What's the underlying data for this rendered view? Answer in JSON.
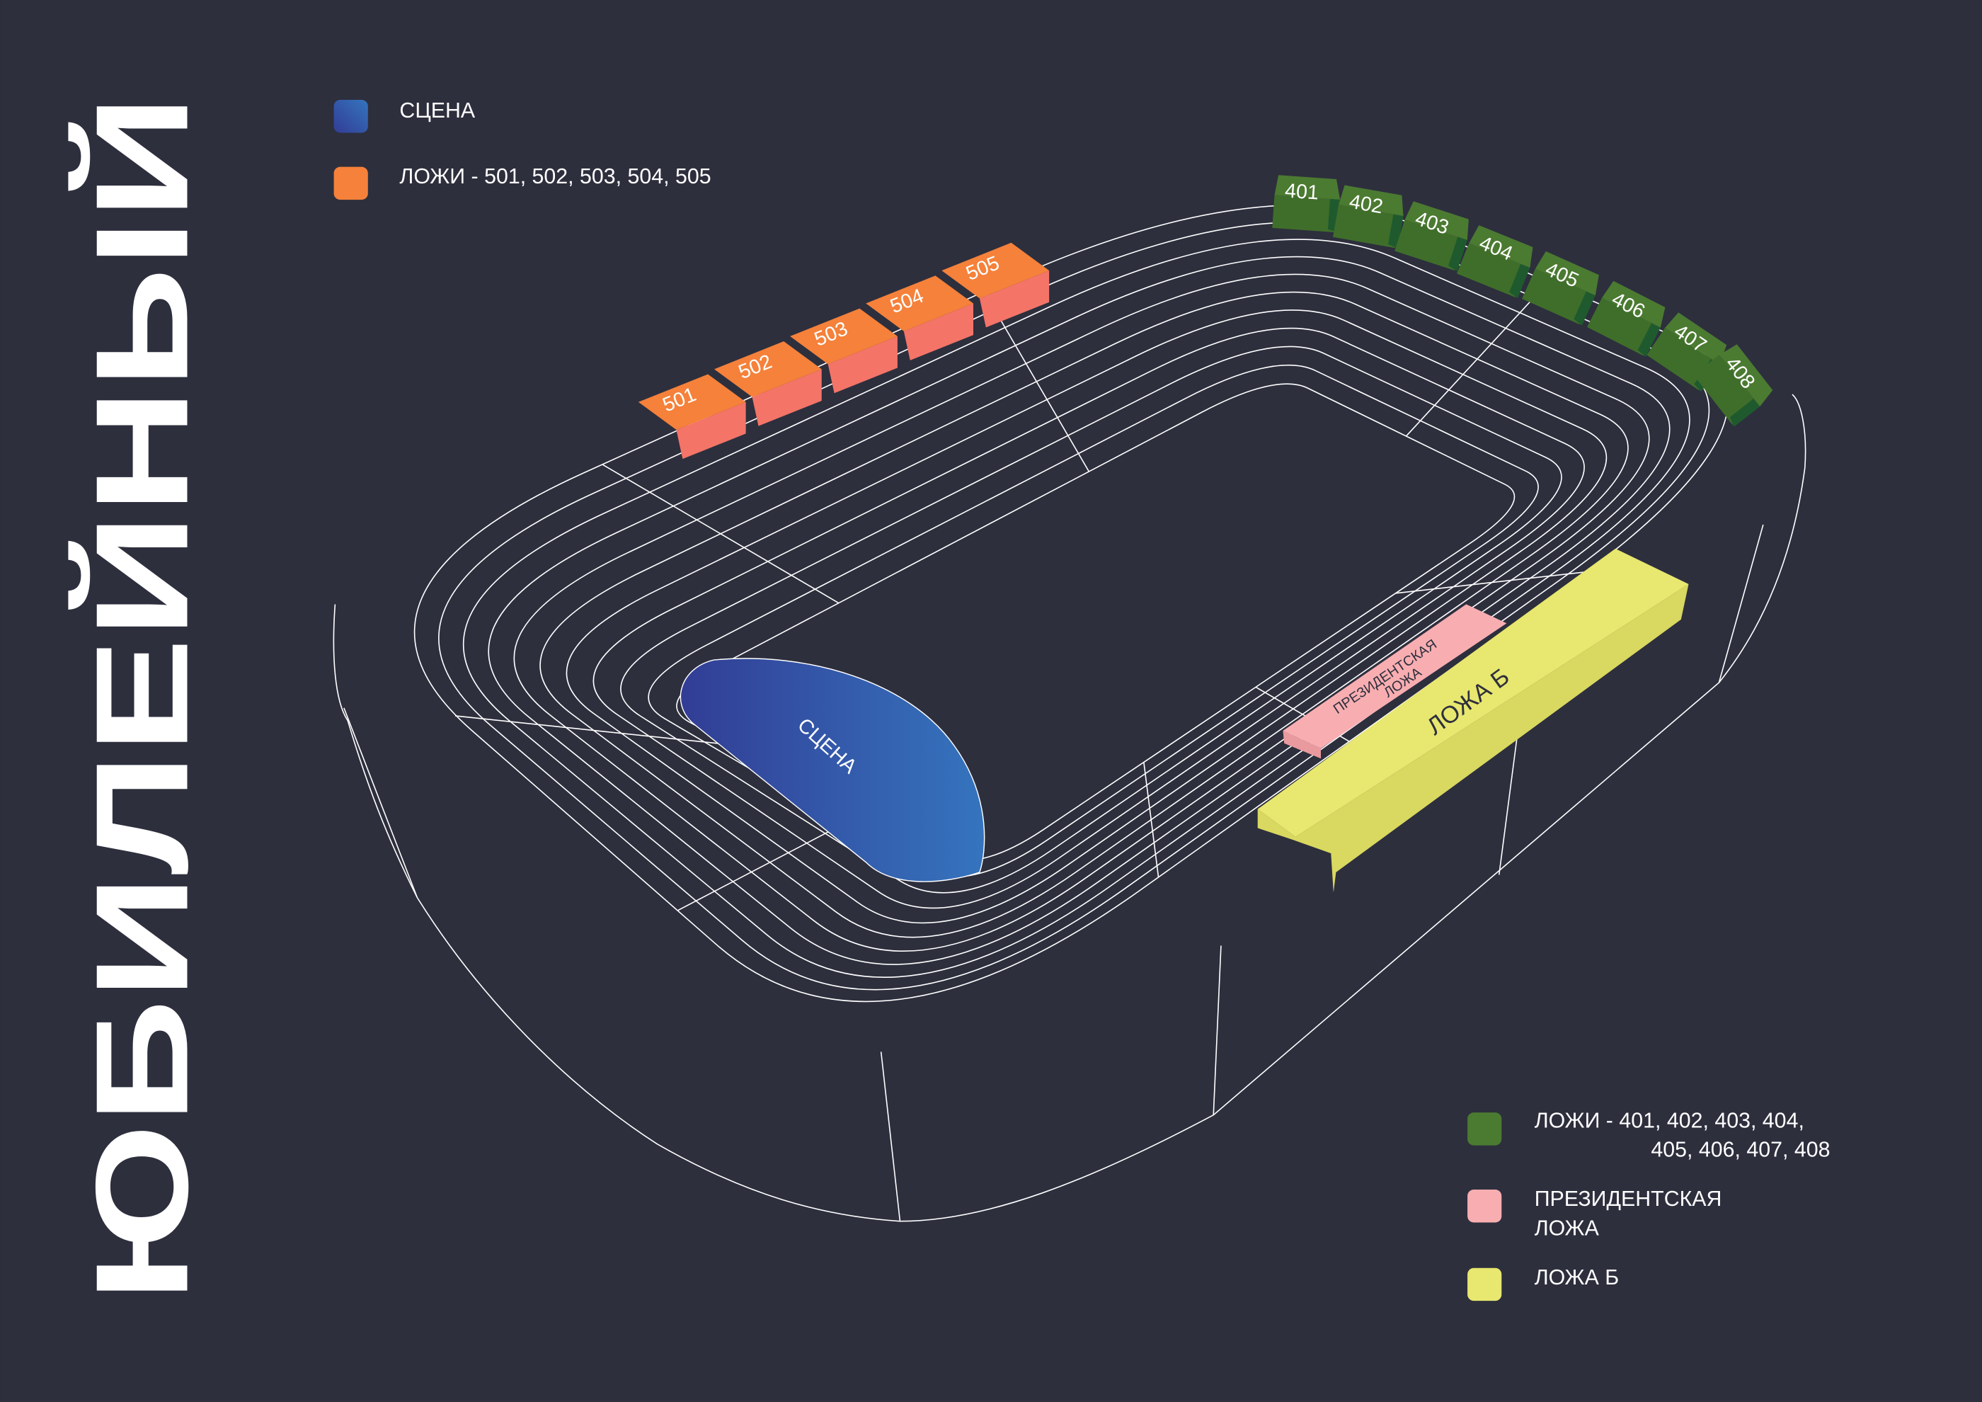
{
  "title": "ЮБИЛЕЙНЫЙ",
  "colors": {
    "background": "#2d2f3d",
    "stage_from": "#323d95",
    "stage_to": "#3574be",
    "orange_top": "#f5813a",
    "orange_front": "#f47468",
    "green_top": "#4b7a31",
    "green_front": "#3f6e2a",
    "green_dark": "#1f5a2e",
    "pink": "#f8aeb1",
    "yellow": "#e8e76f",
    "yellow_front": "#d9d860"
  },
  "legend_top": [
    {
      "label": "СЦЕНА",
      "color": "#3456a6"
    },
    {
      "label": "ЛОЖИ - 501, 502, 503, 504, 505",
      "color": "#f5813a"
    }
  ],
  "legend_bottom": [
    {
      "label_line1": "ЛОЖИ - 401, 402, 403, 404,",
      "label_line2": "405, 406, 407, 408",
      "color": "#4b7a31"
    },
    {
      "label_line1": "ПРЕЗИДЕНТСКАЯ",
      "label_line2": "ЛОЖА",
      "color": "#f8aeb1"
    },
    {
      "label_line1": "ЛОЖА Б",
      "color": "#e8e76f"
    }
  ],
  "boxes_500": [
    "501",
    "502",
    "503",
    "504",
    "505"
  ],
  "boxes_400": [
    "401",
    "402",
    "403",
    "404",
    "405",
    "406",
    "407",
    "408"
  ],
  "map": {
    "stage_label": "СЦЕНА",
    "president_line1": "ПРЕЗИДЕНТСКАЯ",
    "president_line2": "ЛОЖА",
    "lodge_b_label": "ЛОЖА Б"
  }
}
